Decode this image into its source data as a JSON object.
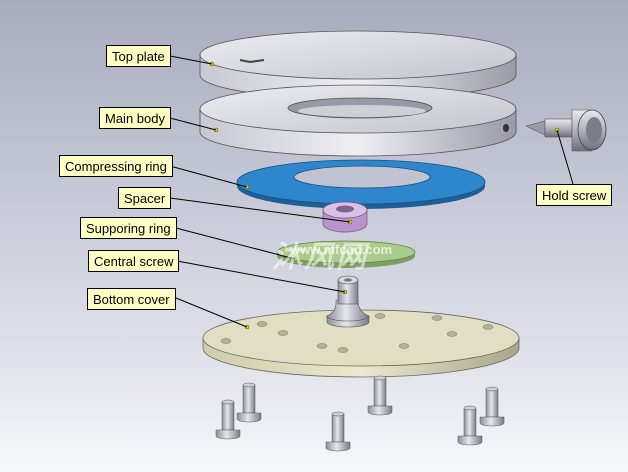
{
  "labels": {
    "top_plate": "Top plate",
    "main_body": "Main body",
    "compressing_ring": "Compressing ring",
    "spacer": "Spacer",
    "supporing_ring": "Supporing ring",
    "central_screw": "Central screw",
    "bottom_cover": "Bottom cover",
    "hold_screw": "Hold screw"
  },
  "watermark": {
    "text": "沐风网",
    "url": "www.mfcad.com"
  },
  "colors": {
    "background_top": "#a9adbf",
    "background_bottom": "#f6f7fb",
    "metal": "#dcdce4",
    "blue_ring": "#2a7fc4",
    "spacer": "#c7a7d6",
    "green_ring": "#a9c98a",
    "bottom_cover": "#e0dcc0",
    "callout_fill": "#ffffc4"
  }
}
